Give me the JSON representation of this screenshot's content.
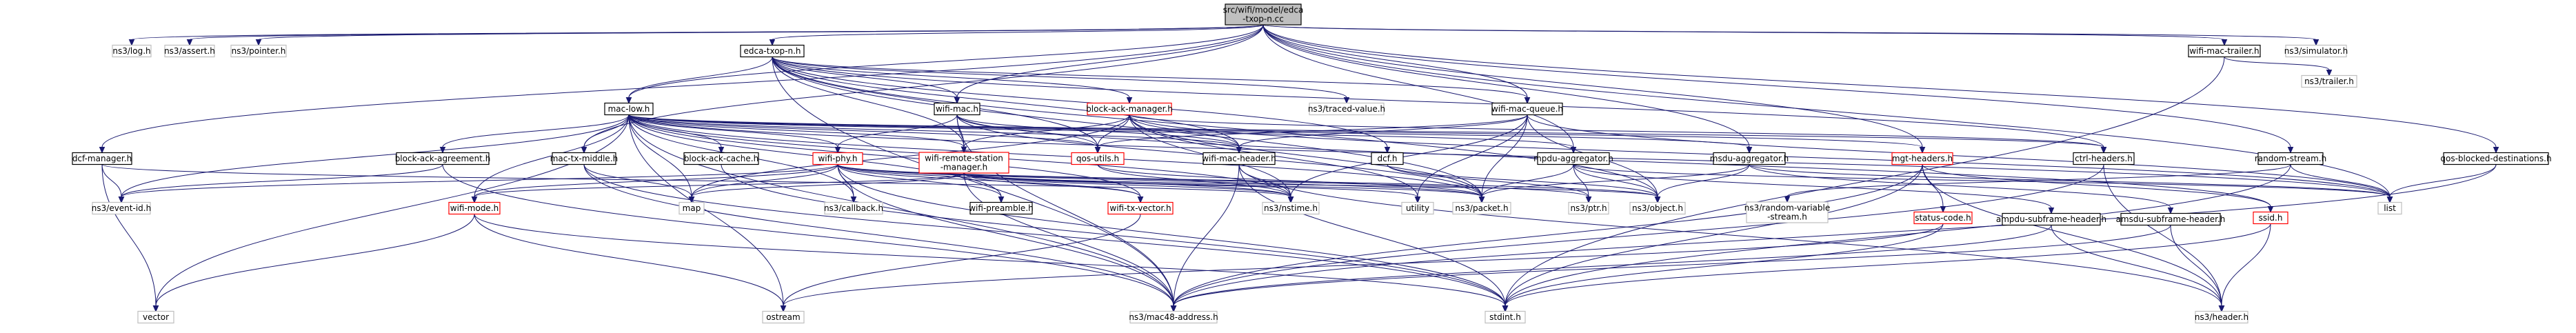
{
  "nodes": [
    {
      "id": "root",
      "label": [
        "src/wifi/model/edca",
        "-txop-n.cc"
      ],
      "kind": "root"
    },
    {
      "id": "log",
      "label": [
        "ns3/log.h"
      ],
      "kind": "gray"
    },
    {
      "id": "assert",
      "label": [
        "ns3/assert.h"
      ],
      "kind": "gray"
    },
    {
      "id": "pointer",
      "label": [
        "ns3/pointer.h"
      ],
      "kind": "gray"
    },
    {
      "id": "edca",
      "label": [
        "edca-txop-n.h"
      ],
      "kind": "normal"
    },
    {
      "id": "wifimactrailer",
      "label": [
        "wifi-mac-trailer.h"
      ],
      "kind": "normal"
    },
    {
      "id": "simulator",
      "label": [
        "ns3/simulator.h"
      ],
      "kind": "gray"
    },
    {
      "id": "trailer",
      "label": [
        "ns3/trailer.h"
      ],
      "kind": "gray"
    },
    {
      "id": "maclow",
      "label": [
        "mac-low.h"
      ],
      "kind": "normal"
    },
    {
      "id": "wifimac",
      "label": [
        "wifi-mac.h"
      ],
      "kind": "normal"
    },
    {
      "id": "bam",
      "label": [
        "block-ack-manager.h"
      ],
      "kind": "red"
    },
    {
      "id": "traced",
      "label": [
        "ns3/traced-value.h"
      ],
      "kind": "gray"
    },
    {
      "id": "wmq",
      "label": [
        "wifi-mac-queue.h"
      ],
      "kind": "normal"
    },
    {
      "id": "dcfman",
      "label": [
        "dcf-manager.h"
      ],
      "kind": "normal"
    },
    {
      "id": "baa",
      "label": [
        "block-ack-agreement.h"
      ],
      "kind": "normal"
    },
    {
      "id": "mtm",
      "label": [
        "mac-tx-middle.h"
      ],
      "kind": "normal"
    },
    {
      "id": "bac",
      "label": [
        "block-ack-cache.h"
      ],
      "kind": "normal"
    },
    {
      "id": "wifiphy",
      "label": [
        "wifi-phy.h"
      ],
      "kind": "red"
    },
    {
      "id": "wrsm",
      "label": [
        "wifi-remote-station",
        "-manager.h"
      ],
      "kind": "red"
    },
    {
      "id": "qosutils",
      "label": [
        "qos-utils.h"
      ],
      "kind": "red"
    },
    {
      "id": "wmh",
      "label": [
        "wifi-mac-header.h"
      ],
      "kind": "normal"
    },
    {
      "id": "dcf",
      "label": [
        "dcf.h"
      ],
      "kind": "normal"
    },
    {
      "id": "mpdu",
      "label": [
        "mpdu-aggregator.h"
      ],
      "kind": "normal"
    },
    {
      "id": "msdu",
      "label": [
        "msdu-aggregator.h"
      ],
      "kind": "normal"
    },
    {
      "id": "mgt",
      "label": [
        "mgt-headers.h"
      ],
      "kind": "red"
    },
    {
      "id": "ctrl",
      "label": [
        "ctrl-headers.h"
      ],
      "kind": "normal"
    },
    {
      "id": "rstream",
      "label": [
        "random-stream.h"
      ],
      "kind": "normal"
    },
    {
      "id": "qosblocked",
      "label": [
        "qos-blocked-destinations.h"
      ],
      "kind": "normal"
    },
    {
      "id": "eventid",
      "label": [
        "ns3/event-id.h"
      ],
      "kind": "gray"
    },
    {
      "id": "wifimode",
      "label": [
        "wifi-mode.h"
      ],
      "kind": "red"
    },
    {
      "id": "map",
      "label": [
        "map"
      ],
      "kind": "gray"
    },
    {
      "id": "callback",
      "label": [
        "ns3/callback.h"
      ],
      "kind": "gray"
    },
    {
      "id": "preamble",
      "label": [
        "wifi-preamble.h"
      ],
      "kind": "normal"
    },
    {
      "id": "txvector",
      "label": [
        "wifi-tx-vector.h"
      ],
      "kind": "red"
    },
    {
      "id": "nstime",
      "label": [
        "ns3/nstime.h"
      ],
      "kind": "gray"
    },
    {
      "id": "utility",
      "label": [
        "utility"
      ],
      "kind": "gray"
    },
    {
      "id": "packet",
      "label": [
        "ns3/packet.h"
      ],
      "kind": "gray"
    },
    {
      "id": "ptr",
      "label": [
        "ns3/ptr.h"
      ],
      "kind": "gray"
    },
    {
      "id": "object",
      "label": [
        "ns3/object.h"
      ],
      "kind": "gray"
    },
    {
      "id": "rvs",
      "label": [
        "ns3/random-variable",
        "-stream.h"
      ],
      "kind": "gray"
    },
    {
      "id": "statuscode",
      "label": [
        "status-code.h"
      ],
      "kind": "red"
    },
    {
      "id": "ampdu",
      "label": [
        "ampdu-subframe-header.h"
      ],
      "kind": "normal"
    },
    {
      "id": "amsdu",
      "label": [
        "amsdu-subframe-header.h"
      ],
      "kind": "normal"
    },
    {
      "id": "ssid",
      "label": [
        "ssid.h"
      ],
      "kind": "red"
    },
    {
      "id": "list",
      "label": [
        "list"
      ],
      "kind": "gray"
    },
    {
      "id": "vector",
      "label": [
        "vector"
      ],
      "kind": "gray"
    },
    {
      "id": "ostream",
      "label": [
        "ostream"
      ],
      "kind": "gray"
    },
    {
      "id": "mac48",
      "label": [
        "ns3/mac48-address.h"
      ],
      "kind": "gray"
    },
    {
      "id": "stdint",
      "label": [
        "stdint.h"
      ],
      "kind": "gray"
    },
    {
      "id": "header",
      "label": [
        "ns3/header.h"
      ],
      "kind": "gray"
    }
  ],
  "edges": [
    [
      "root",
      "log"
    ],
    [
      "root",
      "assert"
    ],
    [
      "root",
      "pointer"
    ],
    [
      "root",
      "edca"
    ],
    [
      "root",
      "wifimactrailer"
    ],
    [
      "root",
      "simulator"
    ],
    [
      "root",
      "maclow"
    ],
    [
      "root",
      "wifimac"
    ],
    [
      "root",
      "wmq"
    ],
    [
      "root",
      "mpdu"
    ],
    [
      "root",
      "msdu"
    ],
    [
      "root",
      "mgt"
    ],
    [
      "root",
      "dcfman"
    ],
    [
      "root",
      "mtm"
    ],
    [
      "root",
      "rstream"
    ],
    [
      "root",
      "qosblocked"
    ],
    [
      "root",
      "list"
    ],
    [
      "wifimactrailer",
      "trailer"
    ],
    [
      "wifimactrailer",
      "stdint"
    ],
    [
      "edca",
      "maclow"
    ],
    [
      "edca",
      "wifimac"
    ],
    [
      "edca",
      "bam"
    ],
    [
      "edca",
      "traced"
    ],
    [
      "edca",
      "wmq"
    ],
    [
      "edca",
      "dcf"
    ],
    [
      "edca",
      "qosutils"
    ],
    [
      "edca",
      "wmh"
    ],
    [
      "edca",
      "wrsm"
    ],
    [
      "edca",
      "ctrl"
    ],
    [
      "edca",
      "object"
    ],
    [
      "edca",
      "packet"
    ],
    [
      "edca",
      "mac48"
    ],
    [
      "maclow",
      "baa"
    ],
    [
      "maclow",
      "mtm"
    ],
    [
      "maclow",
      "bac"
    ],
    [
      "maclow",
      "wifiphy"
    ],
    [
      "maclow",
      "wrsm"
    ],
    [
      "maclow",
      "qosutils"
    ],
    [
      "maclow",
      "wmh"
    ],
    [
      "maclow",
      "mpdu"
    ],
    [
      "maclow",
      "msdu"
    ],
    [
      "maclow",
      "mgt"
    ],
    [
      "maclow",
      "ctrl"
    ],
    [
      "maclow",
      "eventid"
    ],
    [
      "maclow",
      "wifimode"
    ],
    [
      "maclow",
      "map"
    ],
    [
      "maclow",
      "callback"
    ],
    [
      "maclow",
      "preamble"
    ],
    [
      "maclow",
      "txvector"
    ],
    [
      "maclow",
      "nstime"
    ],
    [
      "maclow",
      "packet"
    ],
    [
      "maclow",
      "vector"
    ],
    [
      "maclow",
      "ostream"
    ],
    [
      "maclow",
      "mac48"
    ],
    [
      "maclow",
      "list"
    ],
    [
      "wifimac",
      "wifiphy"
    ],
    [
      "wifimac",
      "wrsm"
    ],
    [
      "wifimac",
      "qosutils"
    ],
    [
      "wifimac",
      "wmh"
    ],
    [
      "wifimac",
      "ssid"
    ],
    [
      "wifimac",
      "packet"
    ],
    [
      "wifimac",
      "mac48"
    ],
    [
      "bam",
      "wmh"
    ],
    [
      "bam",
      "qosutils"
    ],
    [
      "bam",
      "ctrl"
    ],
    [
      "bam",
      "utility"
    ],
    [
      "bam",
      "map"
    ],
    [
      "bam",
      "packet"
    ],
    [
      "bam",
      "nstime"
    ],
    [
      "bam",
      "list"
    ],
    [
      "bam",
      "wrsm"
    ],
    [
      "wmq",
      "wmh"
    ],
    [
      "wmq",
      "qosutils"
    ],
    [
      "wmq",
      "packet"
    ],
    [
      "wmq",
      "nstime"
    ],
    [
      "wmq",
      "object"
    ],
    [
      "wmq",
      "utility"
    ],
    [
      "wmq",
      "list"
    ],
    [
      "dcfman",
      "eventid"
    ],
    [
      "dcfman",
      "nstime"
    ],
    [
      "dcfman",
      "vector"
    ],
    [
      "baa",
      "eventid"
    ],
    [
      "baa",
      "mac48"
    ],
    [
      "mtm",
      "map"
    ],
    [
      "mtm",
      "stdint"
    ],
    [
      "mtm",
      "mac48"
    ],
    [
      "bac",
      "stdint"
    ],
    [
      "wifiphy",
      "wifimode"
    ],
    [
      "wifiphy",
      "preamble"
    ],
    [
      "wifiphy",
      "txvector"
    ],
    [
      "wifiphy",
      "callback"
    ],
    [
      "wifiphy",
      "nstime"
    ],
    [
      "wifiphy",
      "packet"
    ],
    [
      "wifiphy",
      "ptr"
    ],
    [
      "wifiphy",
      "object"
    ],
    [
      "wifiphy",
      "map"
    ],
    [
      "wifiphy",
      "eventid"
    ],
    [
      "wifiphy",
      "stdint"
    ],
    [
      "wifiphy",
      "mac48"
    ],
    [
      "wrsm",
      "wifimode"
    ],
    [
      "wrsm",
      "txvector"
    ],
    [
      "wrsm",
      "nstime"
    ],
    [
      "wrsm",
      "packet"
    ],
    [
      "wrsm",
      "object"
    ],
    [
      "wrsm",
      "utility"
    ],
    [
      "wrsm",
      "map"
    ],
    [
      "wrsm",
      "mac48"
    ],
    [
      "qosutils",
      "packet"
    ],
    [
      "qosutils",
      "nstime"
    ],
    [
      "wmh",
      "mac48"
    ],
    [
      "wmh",
      "nstime"
    ],
    [
      "wmh",
      "stdint"
    ],
    [
      "wmh",
      "header"
    ],
    [
      "dcf",
      "object"
    ],
    [
      "dcf",
      "ptr"
    ],
    [
      "mpdu",
      "ampdu"
    ],
    [
      "mpdu",
      "packet"
    ],
    [
      "mpdu",
      "ptr"
    ],
    [
      "mpdu",
      "object"
    ],
    [
      "mpdu",
      "list"
    ],
    [
      "msdu",
      "amsdu"
    ],
    [
      "msdu",
      "packet"
    ],
    [
      "msdu",
      "object"
    ],
    [
      "msdu",
      "list"
    ],
    [
      "mgt",
      "statuscode"
    ],
    [
      "mgt",
      "ssid"
    ],
    [
      "mgt",
      "mac48"
    ],
    [
      "mgt",
      "header"
    ],
    [
      "mgt",
      "stdint"
    ],
    [
      "ctrl",
      "header"
    ],
    [
      "ctrl",
      "mac48"
    ],
    [
      "rstream",
      "rvs"
    ],
    [
      "rstream",
      "list"
    ],
    [
      "rstream",
      "stdint"
    ],
    [
      "qosblocked",
      "list"
    ],
    [
      "qosblocked",
      "mac48"
    ],
    [
      "wifimode",
      "ostream"
    ],
    [
      "wifimode",
      "vector"
    ],
    [
      "wifimode",
      "stdint"
    ],
    [
      "txvector",
      "ostream"
    ],
    [
      "statuscode",
      "ostream"
    ],
    [
      "statuscode",
      "stdint"
    ],
    [
      "ampdu",
      "header"
    ],
    [
      "ampdu",
      "mac48"
    ],
    [
      "amsdu",
      "header"
    ],
    [
      "amsdu",
      "mac48"
    ],
    [
      "ssid",
      "header"
    ],
    [
      "ssid",
      "stdint"
    ]
  ]
}
